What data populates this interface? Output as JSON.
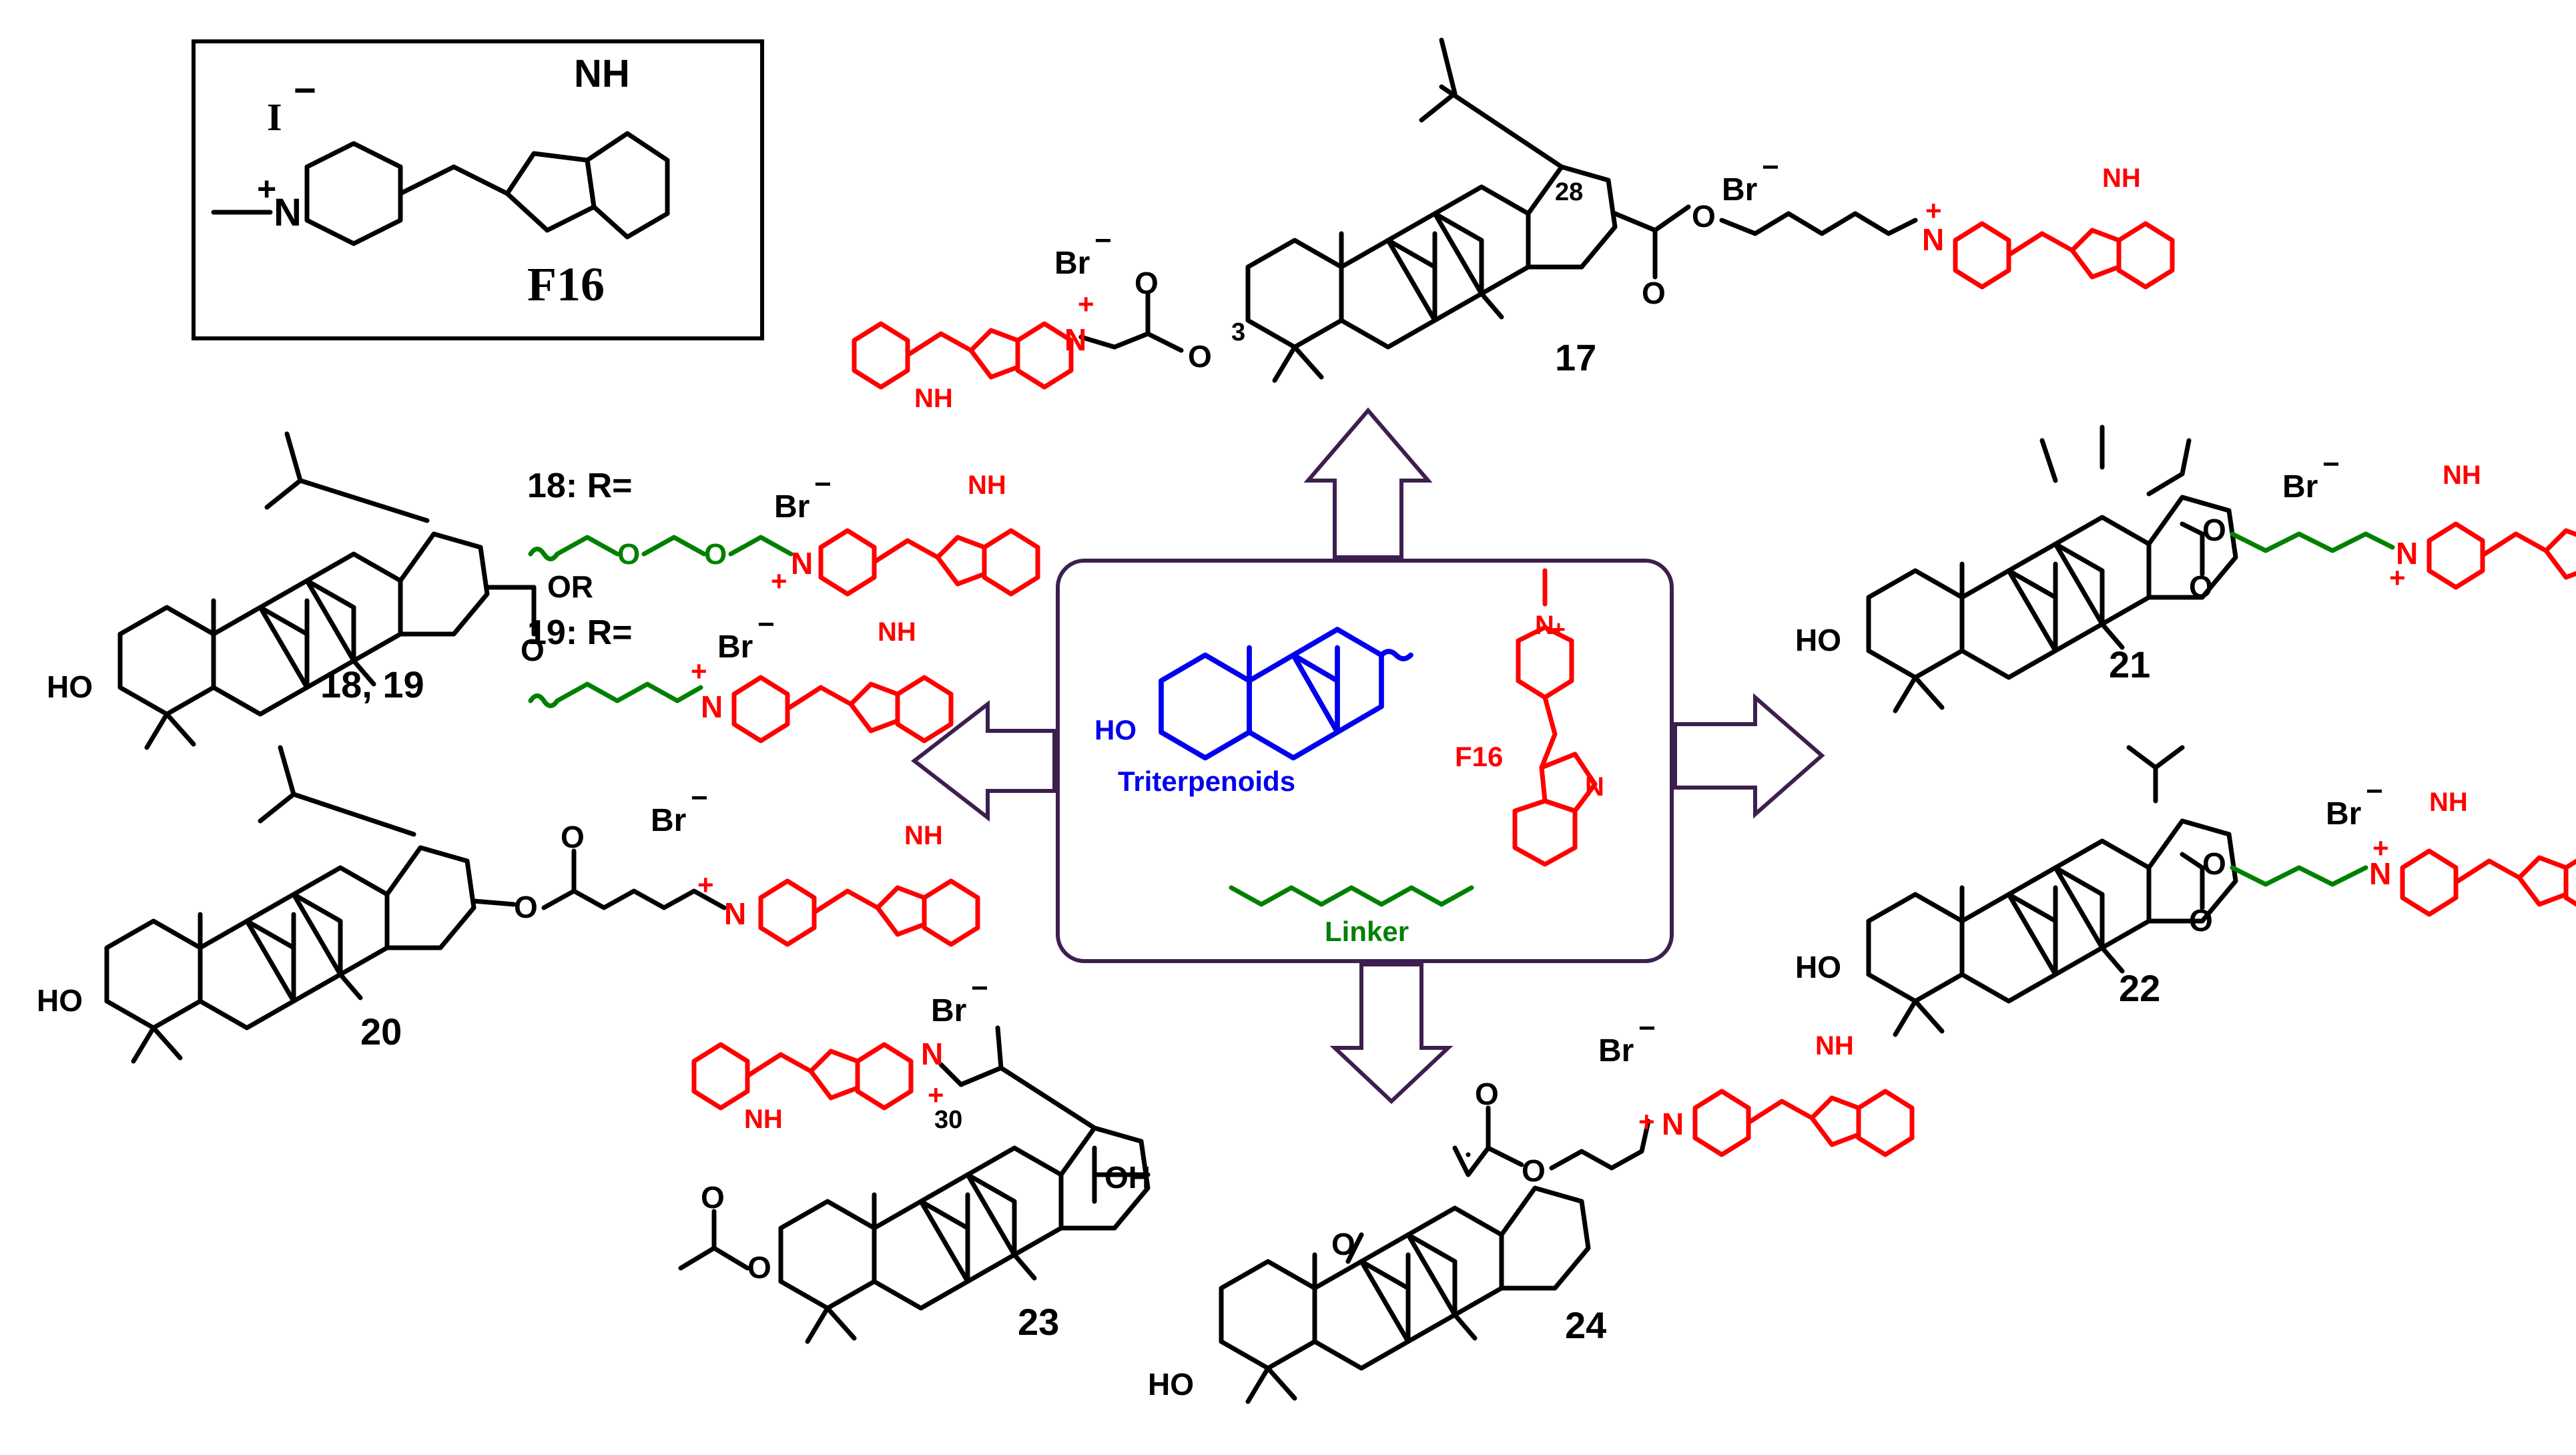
{
  "f16_box": {
    "title": "F16",
    "counterion": "I",
    "charge_minus": "−",
    "charge_plus": "+",
    "ring_n": "N",
    "nh": "NH"
  },
  "center": {
    "triterpenoids_label": "Triterpenoids",
    "f16_label": "F16",
    "linker_label": "Linker",
    "ho": "HO",
    "n": "N",
    "plus": "+"
  },
  "compounds": {
    "c17": {
      "number": "17",
      "position_3": "3",
      "position_28": "28"
    },
    "c18_19": {
      "number": "18, 19",
      "r18": "18: R=",
      "r19": "19: R=",
      "or_group": "OR"
    },
    "c20": {
      "number": "20"
    },
    "c21": {
      "number": "21"
    },
    "c22": {
      "number": "22"
    },
    "c23": {
      "number": "23",
      "position_30": "30",
      "acid": "OH"
    },
    "c24": {
      "number": "24"
    }
  },
  "atoms": {
    "bromide": "Br",
    "minus": "−",
    "plus": "+",
    "hydroxyl": "HO",
    "nitrogen": "N",
    "oxygen": "O",
    "nh": "NH",
    "h": "H"
  },
  "colors": {
    "triterpenoid_core": "#000000",
    "f16_moiety": "#ff0000",
    "linker": "#008000",
    "center_scaffold": "#0000ee",
    "frame_and_arrows": "#3d1f4f"
  }
}
